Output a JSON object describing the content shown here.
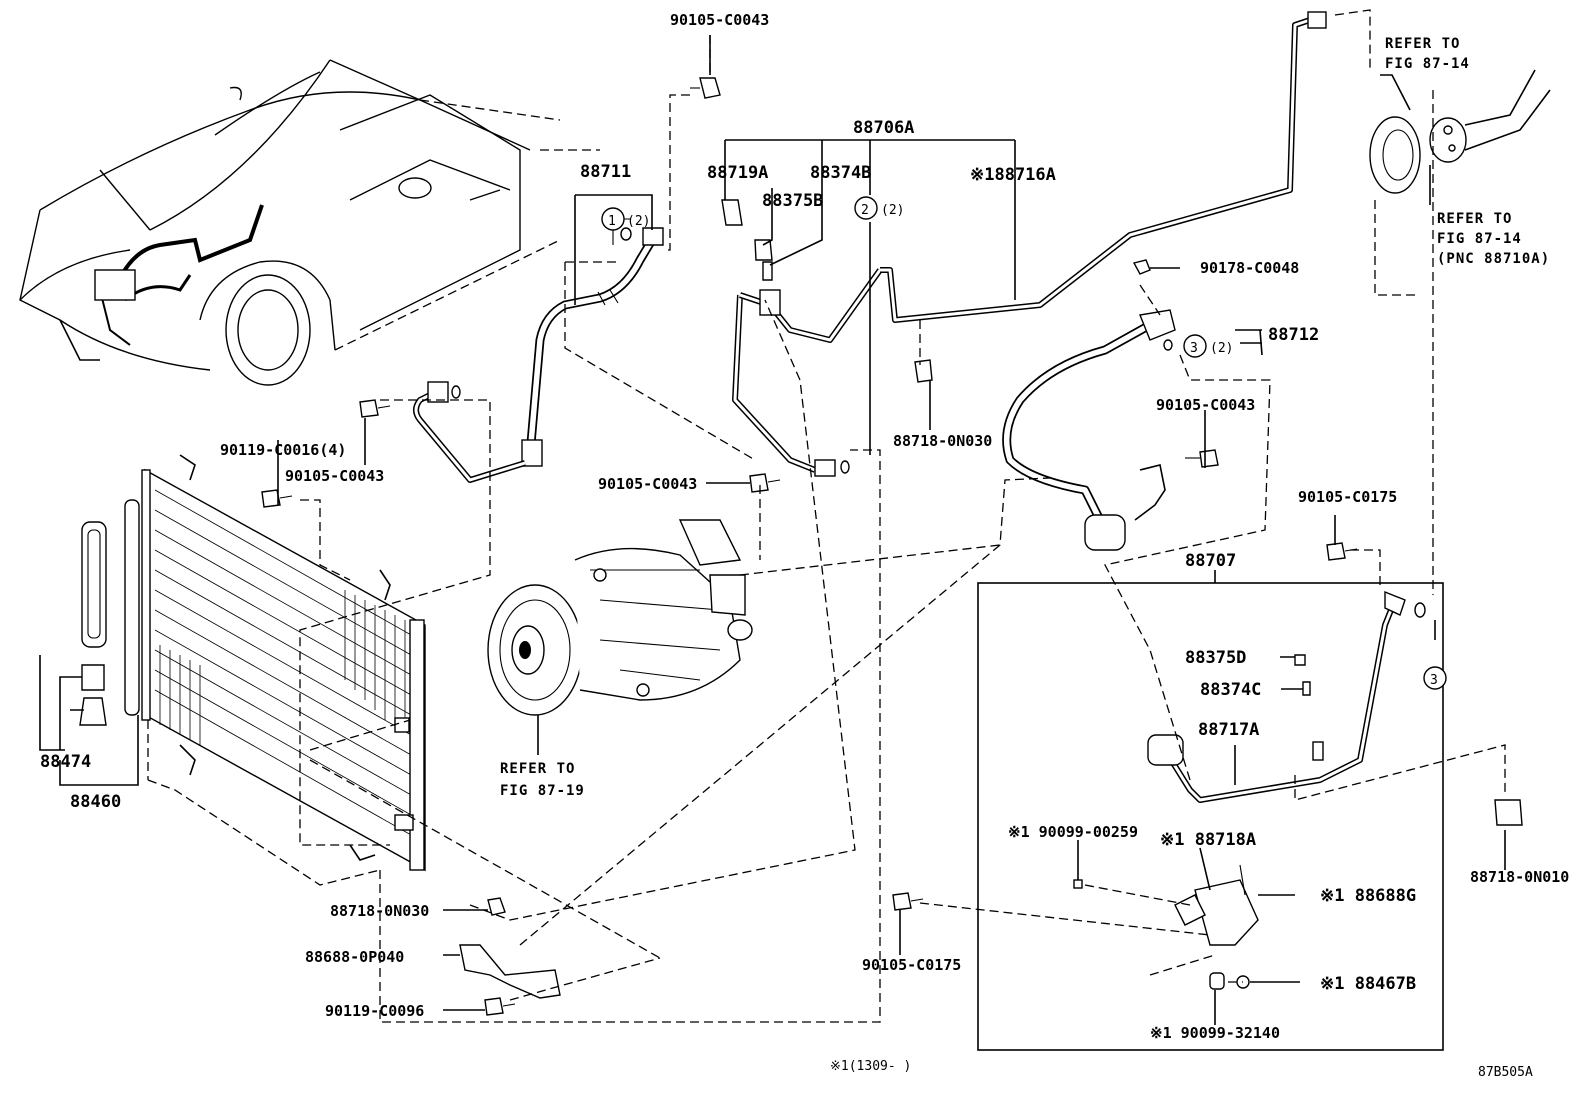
{
  "diagram_id": "87B505A",
  "refer_to": "REFER TO",
  "fig_87_14": "FIG 87-14",
  "fig_87_19": "FIG 87-19",
  "pnc_88710a": "(PNC 88710A)",
  "footnote": "※1(1309-     )",
  "qty_1_2": "(2)",
  "qty_2_2": "(2)",
  "qty_3_2": "(2)",
  "circle_1": "1",
  "circle_2": "2",
  "circle_3": "3",
  "circle_3b": "3",
  "parts": {
    "p90105_c0043_top": "90105-C0043",
    "p88706a": "88706A",
    "p88711": "88711",
    "p88719a": "88719A",
    "p88374b": "88374B",
    "p88375b": "88375B",
    "p88716a": "※188716A",
    "p90178_c0048": "90178-C0048",
    "p88712": "88712",
    "p90105_c0043_right": "90105-C0043",
    "p88718_0n030_mid": "88718-0N030",
    "p90119_c0016": "90119-C0016(4)",
    "p90105_c0043_left": "90105-C0043",
    "p90105_c0043_center": "90105-C0043",
    "p90105_c0175_right": "90105-C0175",
    "p88707": "88707",
    "p88375d": "88375D",
    "p88374c": "88374C",
    "p88717a": "88717A",
    "p88474": "88474",
    "p88460": "88460",
    "p90099_00259": "※1 90099-00259",
    "p88718a": "※1 88718A",
    "p88688g": "※1  88688G",
    "p88718_0n010": "88718-0N010",
    "p88718_0n030_bottom": "88718-0N030",
    "p88688_0p040": "88688-0P040",
    "p90119_c0096": "90119-C0096",
    "p90105_c0175_bottom": "90105-C0175",
    "p88467b": "※1  88467B",
    "p90099_32140": "※1 90099-32140"
  }
}
